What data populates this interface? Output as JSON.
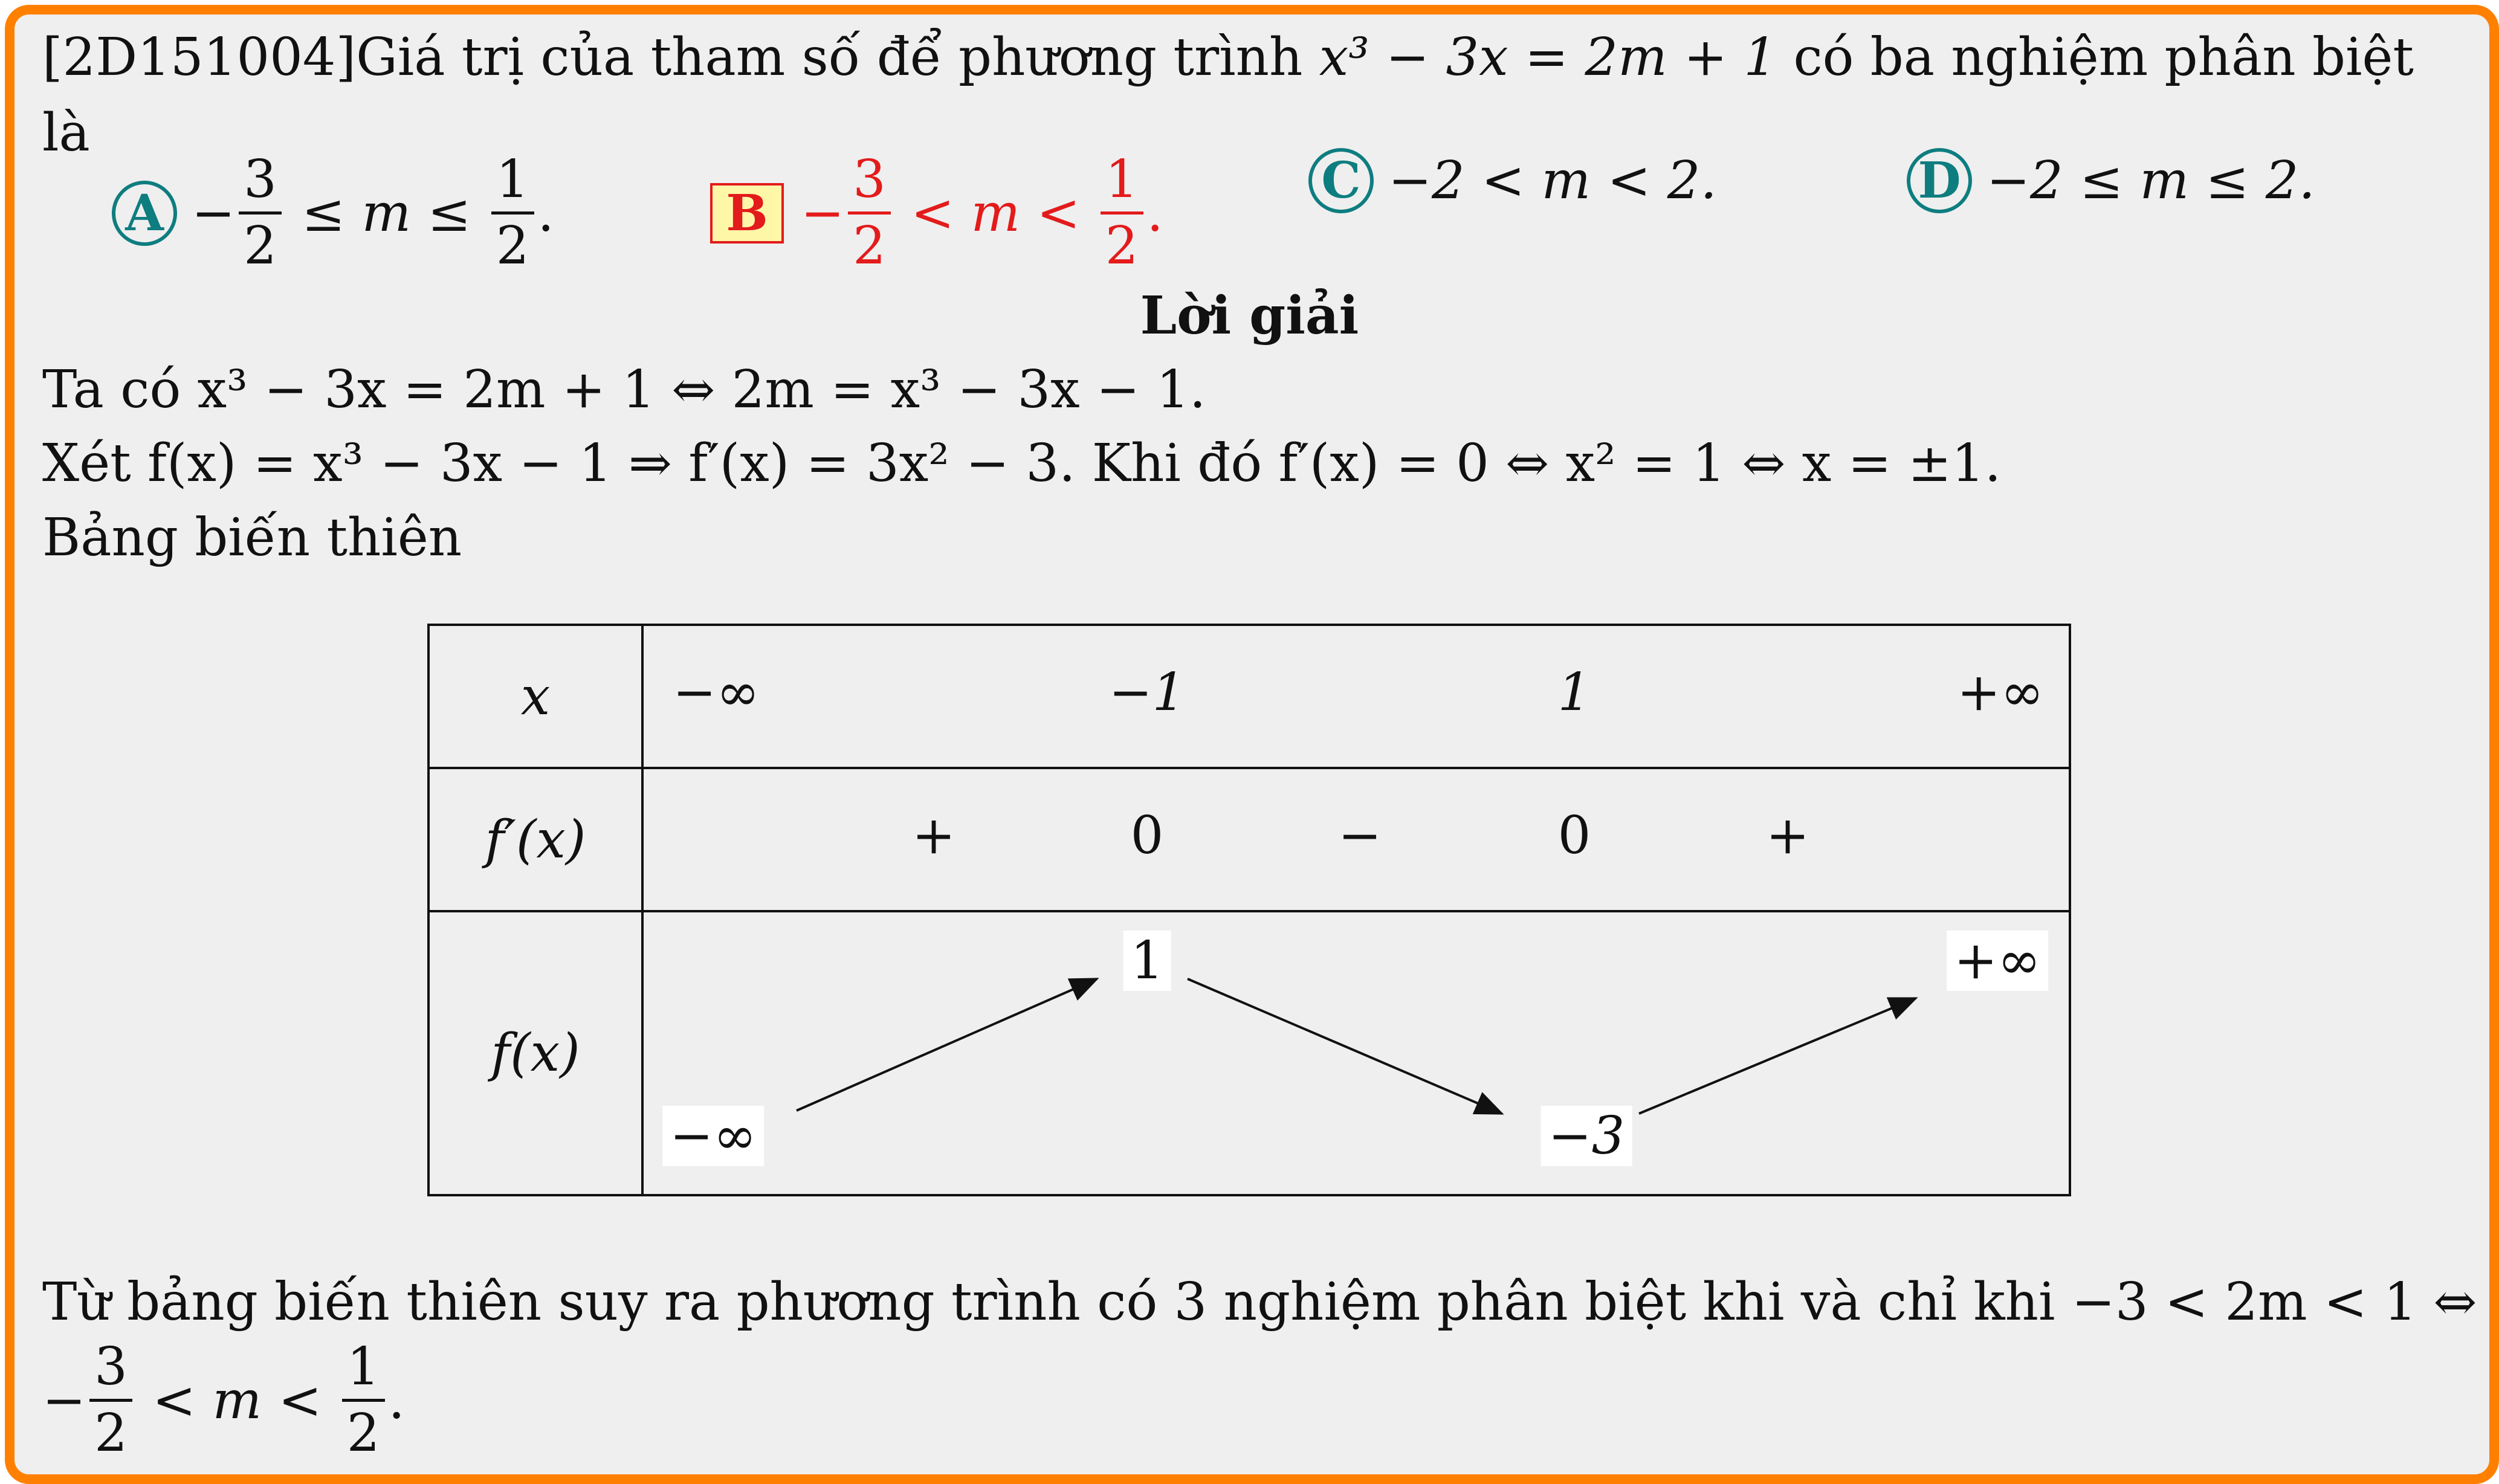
{
  "question": {
    "code": "[2D151004]",
    "text_before": "Giá trị của tham số để phương trình",
    "equation": "x³ − 3x = 2m + 1",
    "text_after": "có ba nghiệm phân biệt",
    "text_line2": "là"
  },
  "options": [
    {
      "letter": "A",
      "prefix": "−",
      "num": "3",
      "den": "2",
      "mid": " ≤ m ≤ ",
      "num2": "1",
      "den2": "2",
      "suffix": "."
    },
    {
      "letter": "B",
      "prefix": "−",
      "num": "3",
      "den": "2",
      "mid": " < m < ",
      "num2": "1",
      "den2": "2",
      "suffix": "."
    },
    {
      "letter": "C",
      "text": "−2 < m < 2."
    },
    {
      "letter": "D",
      "text": "−2 ≤ m ≤ 2."
    }
  ],
  "solution_title": "Lời giải",
  "solution": {
    "line1": "Ta có x³ − 3x = 2m + 1 ⇔ 2m = x³ − 3x − 1.",
    "line2": "Xét f(x) = x³ − 3x − 1 ⇒ f′(x) = 3x² − 3. Khi đó f′(x) = 0 ⇔ x² = 1 ⇔ x = ±1.",
    "line3": "Bảng biến thiên",
    "line4": "Từ bảng biến thiên suy ra phương trình có 3 nghiệm phân biệt khi và chỉ khi −3 < 2m < 1 ⇔",
    "final_prefix": "−",
    "final_num": "3",
    "final_den": "2",
    "final_mid": " < m < ",
    "final_num2": "1",
    "final_den2": "2",
    "final_suffix": "."
  },
  "table": {
    "row_labels": [
      "x",
      "f′(x)",
      "f(x)"
    ],
    "x_values": [
      "−∞",
      "−1",
      "1",
      "+∞"
    ],
    "fprime_signs": [
      "+",
      "0",
      "−",
      "0",
      "+"
    ],
    "f_values": {
      "start": "−∞",
      "max": "1",
      "min": "−3",
      "end": "+∞"
    }
  },
  "colors": {
    "frame": "#ff8000",
    "answer": "#e31b1b",
    "option_circle": "#0e7d80"
  }
}
